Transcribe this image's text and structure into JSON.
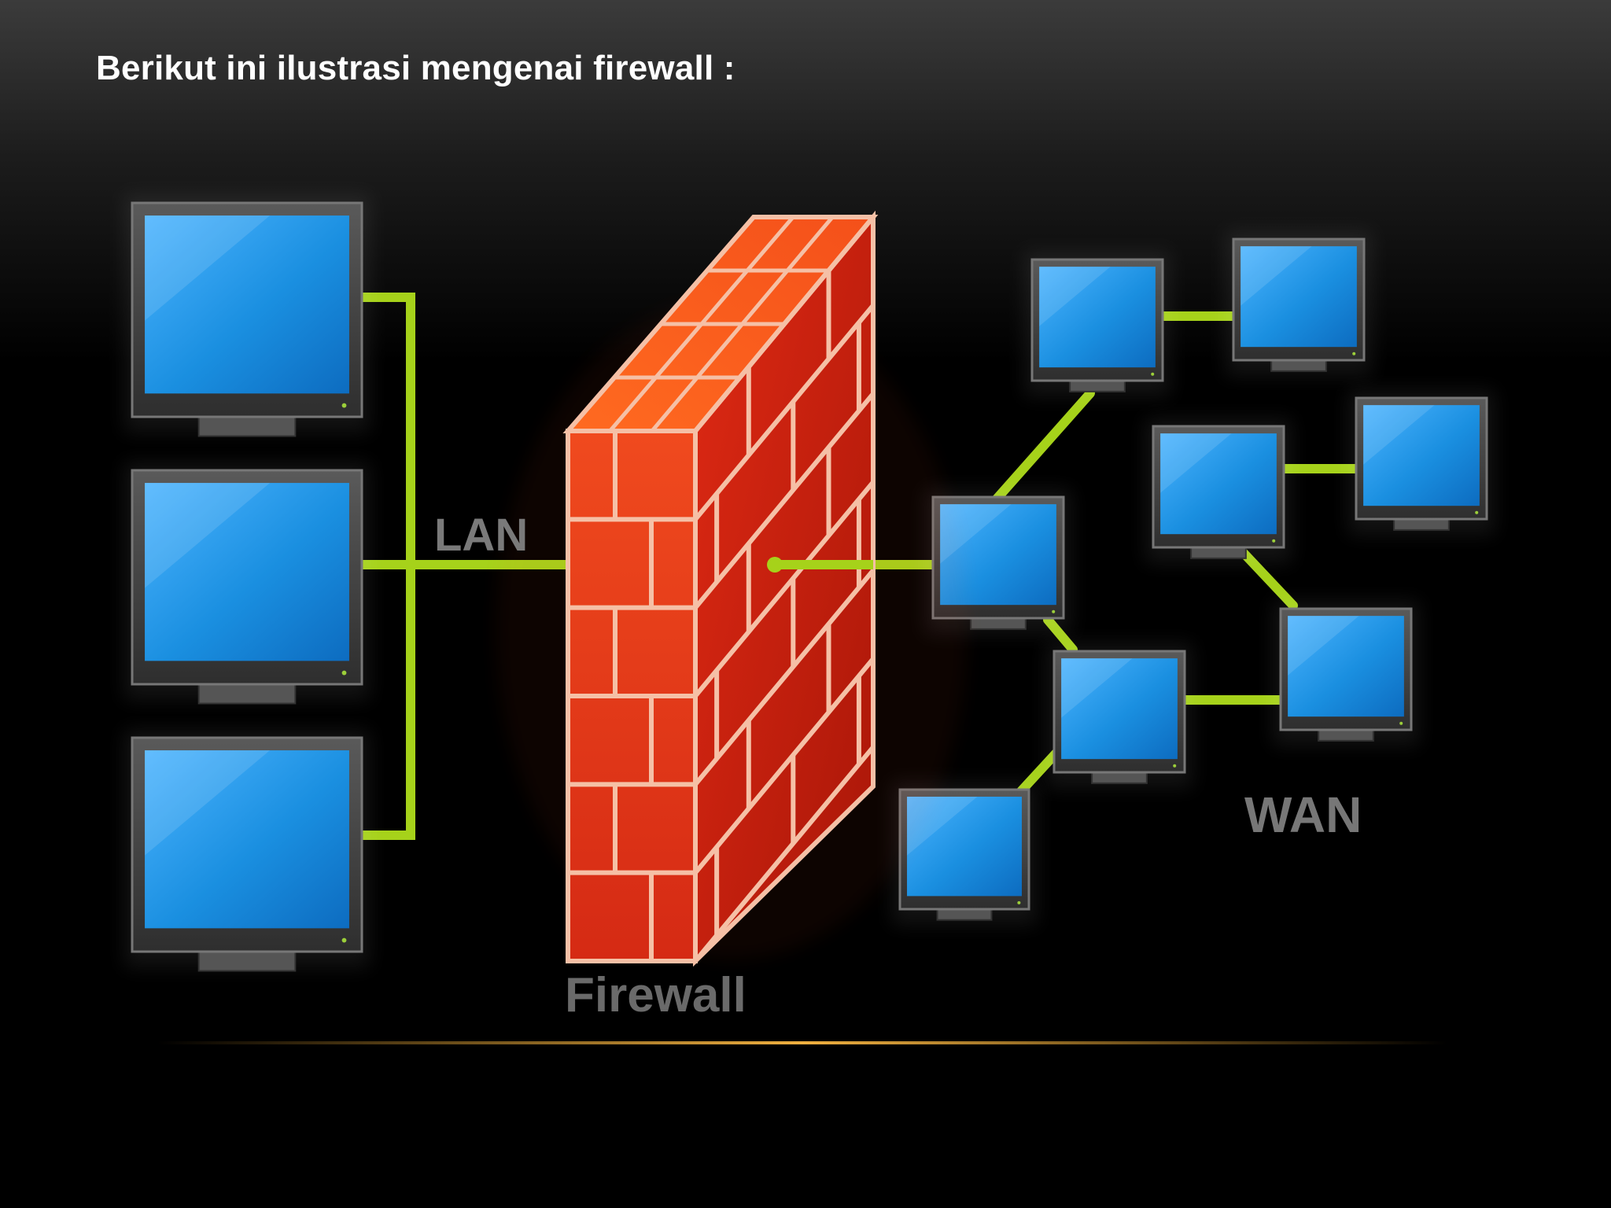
{
  "slide": {
    "title": "Berikut ini ilustrasi mengenai firewall :"
  },
  "diagram": {
    "lan_label": "LAN",
    "wan_label": "WAN",
    "firewall_label": "Firewall"
  },
  "colors": {
    "background": "#000000",
    "link": "#a6d21a",
    "screen": "#1a8fe0",
    "monitor_frame": "#4a4a4a",
    "brick": "#e8341a",
    "mortar": "#f5c0a6",
    "label": "#7a7a7a",
    "floor_glow": "#e0a030"
  }
}
